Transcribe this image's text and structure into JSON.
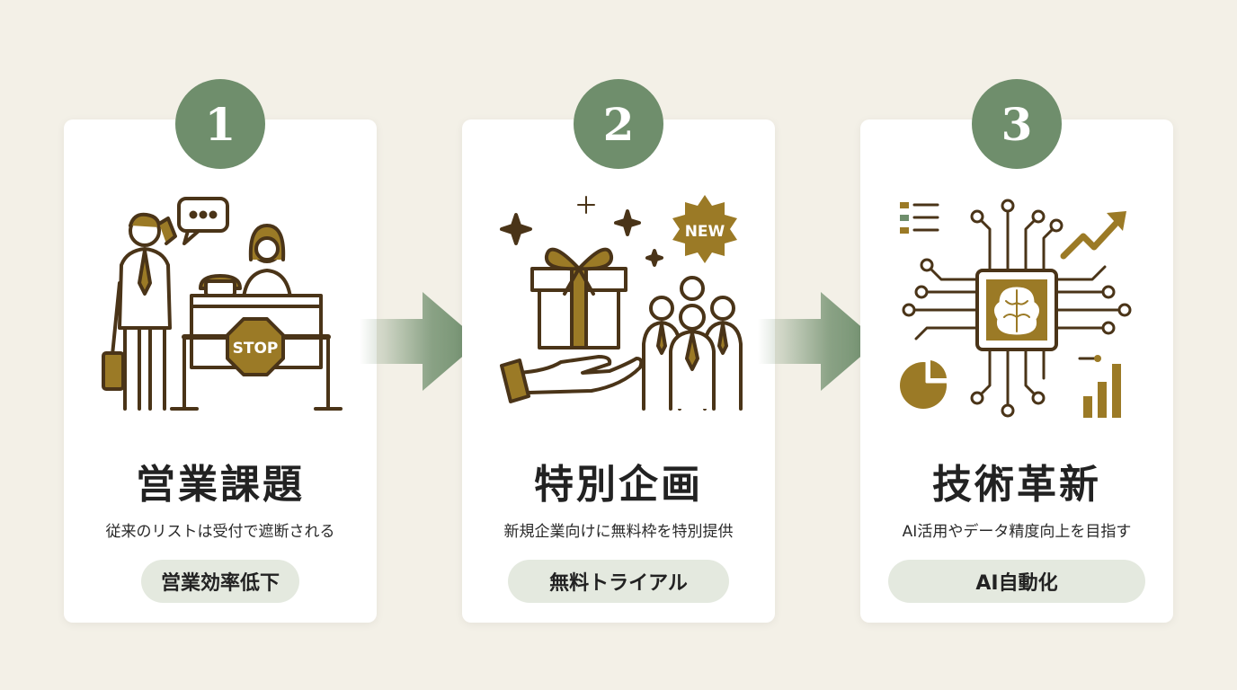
{
  "steps": [
    {
      "number": "1",
      "title": "営業課題",
      "description": "従来のリストは受付で遮断される",
      "tag": "営業効率低下",
      "sign_text": "STOP"
    },
    {
      "number": "2",
      "title": "特別企画",
      "description": "新規企業向けに無料枠を特別提供",
      "tag": "無料トライアル",
      "sign_text": "NEW"
    },
    {
      "number": "3",
      "title": "技術革新",
      "description": "AI活用やデータ精度向上を目指す",
      "tag": "AI自動化"
    }
  ],
  "colors": {
    "background": "#f3f0e7",
    "badge": "#6f8e6c",
    "accent_gold": "#9b7a26",
    "ink": "#4a3418",
    "tag_bg": "#e4e9df"
  }
}
